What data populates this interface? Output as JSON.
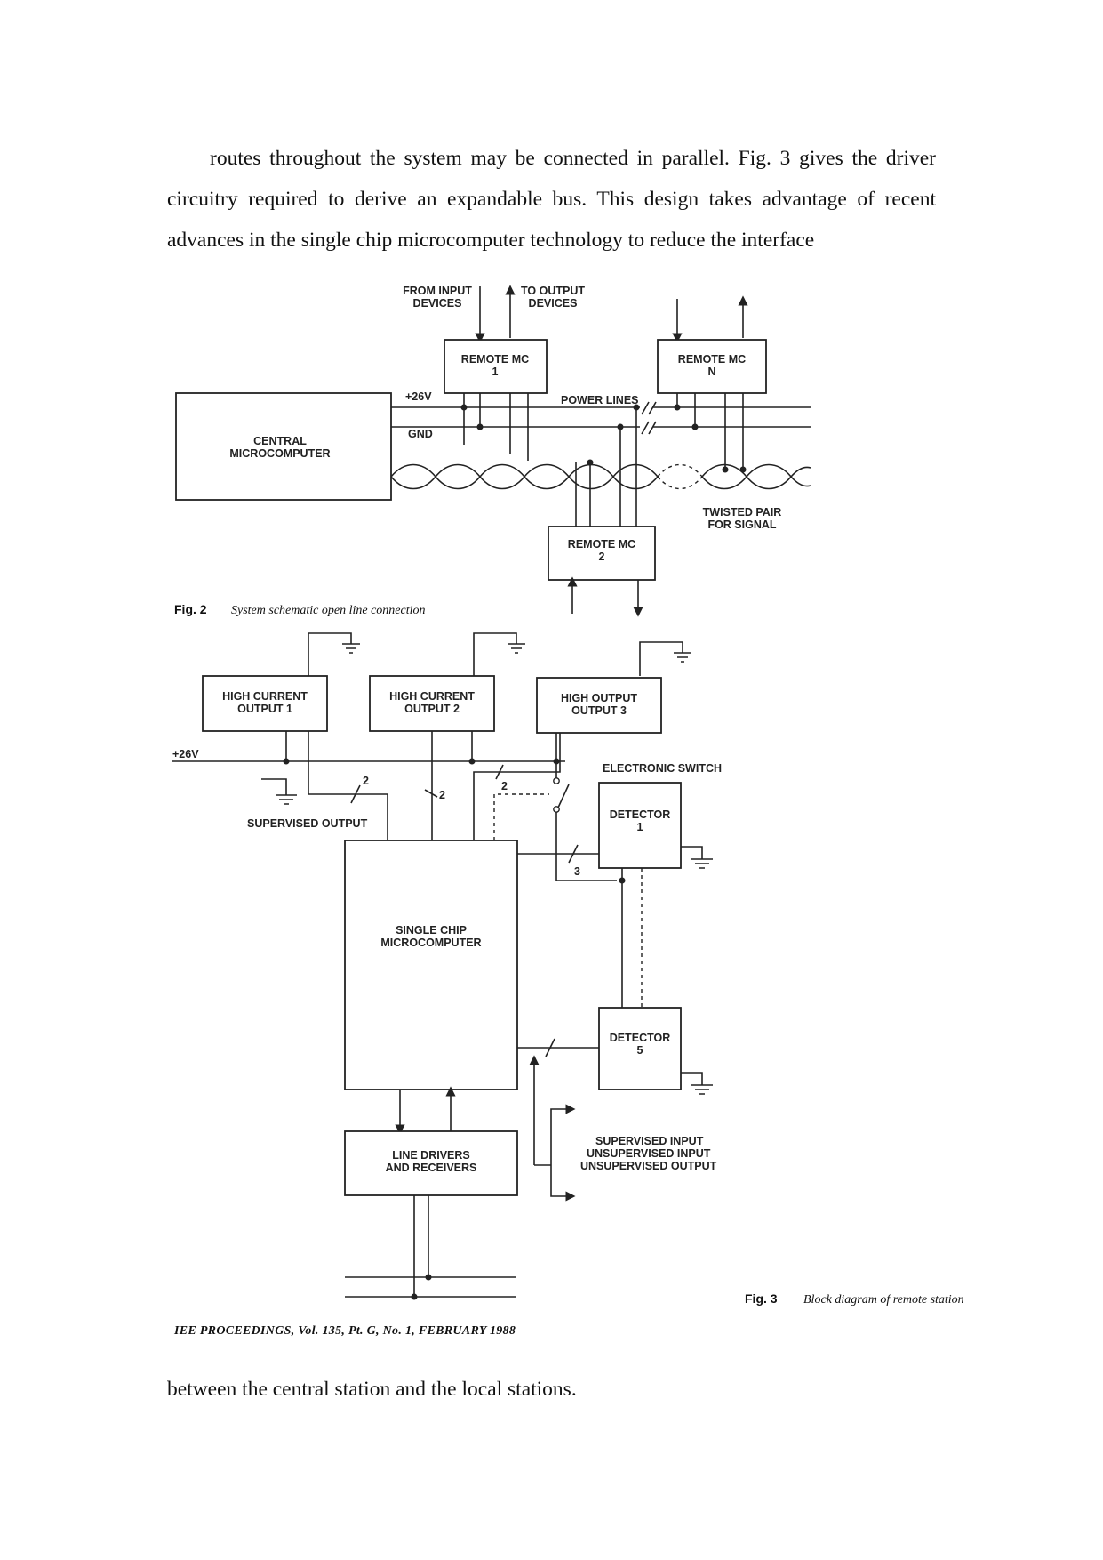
{
  "body_text": {
    "para1": "routes throughout the system may be connected in parallel. Fig. 3 gives the driver circuitry required to derive an expandable bus. This design takes advantage of recent advances in the single chip microcomputer technology to reduce the interface",
    "para2": "between the central station and the local stations."
  },
  "fig2": {
    "from_input_1": "FROM INPUT",
    "from_input_2": "DEVICES",
    "to_output_1": "TO OUTPUT",
    "to_output_2": "DEVICES",
    "remote1_a": "REMOTE MC",
    "remote1_b": "1",
    "remoteN_a": "REMOTE MC",
    "remoteN_b": "N",
    "remote2_a": "REMOTE MC",
    "remote2_b": "2",
    "central_a": "CENTRAL",
    "central_b": "MICROCOMPUTER",
    "plus26v": "+26V",
    "gnd": "GND",
    "power_lines": "POWER LINES",
    "twisted_a": "TWISTED PAIR",
    "twisted_b": "FOR SIGNAL",
    "caption_label": "Fig. 2",
    "caption_text": "System schematic open line connection"
  },
  "fig3": {
    "hc1_a": "HIGH CURRENT",
    "hc1_b": "OUTPUT 1",
    "hc2_a": "HIGH CURRENT",
    "hc2_b": "OUTPUT 2",
    "ho3_a": "HIGH OUTPUT",
    "ho3_b": "OUTPUT 3",
    "plus26v": "+26V",
    "electronic_switch": "ELECTRONIC SWITCH",
    "supervised_output": "SUPERVISED OUTPUT",
    "det1_a": "DETECTOR",
    "det1_b": "1",
    "det5_a": "DETECTOR",
    "det5_b": "5",
    "mcu_a": "SINGLE CHIP",
    "mcu_b": "MICROCOMPUTER",
    "ldr_a": "LINE DRIVERS",
    "ldr_b": "AND RECEIVERS",
    "sup_in": "SUPERVISED INPUT",
    "unsup_in": "UNSUPERVISED INPUT",
    "unsup_out": "UNSUPERVISED OUTPUT",
    "bus_2a": "2",
    "bus_2b": "2",
    "bus_2c": "2",
    "bus_3": "3",
    "caption_label": "Fig. 3",
    "caption_text": "Block diagram of remote station"
  },
  "journal_footer": "IEE PROCEEDINGS, Vol. 135, Pt. G, No. 1, FEBRUARY 1988"
}
